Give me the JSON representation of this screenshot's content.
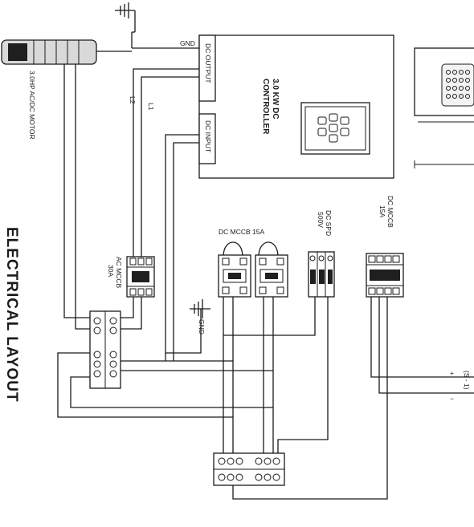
{
  "diagram": {
    "title": "ELECTRICAL LAYOUT",
    "motor": {
      "label": "3.0HP AC/DC MOTOR"
    },
    "controller": {
      "name_line1": "3.0 KW DC",
      "name_line2": "CONTROLLER",
      "gnd_label": "GND",
      "dc_output_label": "DC OUTPUT",
      "dc_input_label": "DC INPUT"
    },
    "wires": {
      "l1": "L1",
      "l2": "L2"
    },
    "ground": {
      "label": "GND"
    },
    "ac_mccb": {
      "line1": "AC MCCB",
      "line2": "30A"
    },
    "dc_mccb_pair": {
      "label": "DC MCCB 15A"
    },
    "dc_spd": {
      "line1": "DC SPD",
      "line2": "500V"
    },
    "dc_mccb_right": {
      "line1": "DC MCCB",
      "line2": "15A"
    },
    "solar_input": {
      "label": "(S - 1)",
      "plus": "+",
      "minus": "−"
    }
  }
}
